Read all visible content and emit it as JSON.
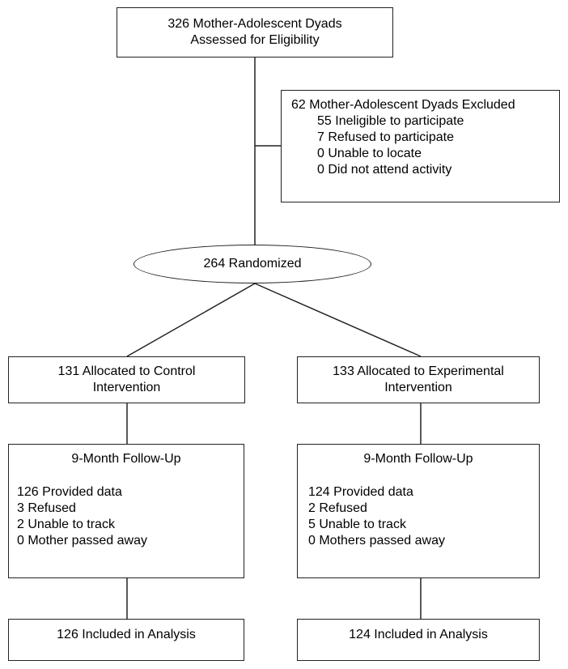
{
  "assessed": {
    "line1": "326 Mother-Adolescent Dyads",
    "line2": "Assessed for Eligibility"
  },
  "excluded": {
    "title": "62 Mother-Adolescent Dyads Excluded",
    "items": [
      "55 Ineligible to participate",
      "7 Refused to participate",
      "0 Unable to locate",
      "0 Did not attend activity"
    ]
  },
  "randomized": "264 Randomized",
  "control": {
    "allocated": {
      "line1": "131 Allocated to Control",
      "line2": "Intervention"
    },
    "followup": {
      "title": "9-Month Follow-Up",
      "items": [
        "126 Provided data",
        "3 Refused",
        "2 Unable to track",
        "0 Mother passed away"
      ]
    },
    "analysis": "126 Included in Analysis"
  },
  "experimental": {
    "allocated": {
      "line1": "133 Allocated to Experimental",
      "line2": "Intervention"
    },
    "followup": {
      "title": "9-Month Follow-Up",
      "items": [
        "124 Provided data",
        "2 Refused",
        "5 Unable to track",
        "0 Mothers passed away"
      ]
    },
    "analysis": "124 Included in Analysis"
  }
}
